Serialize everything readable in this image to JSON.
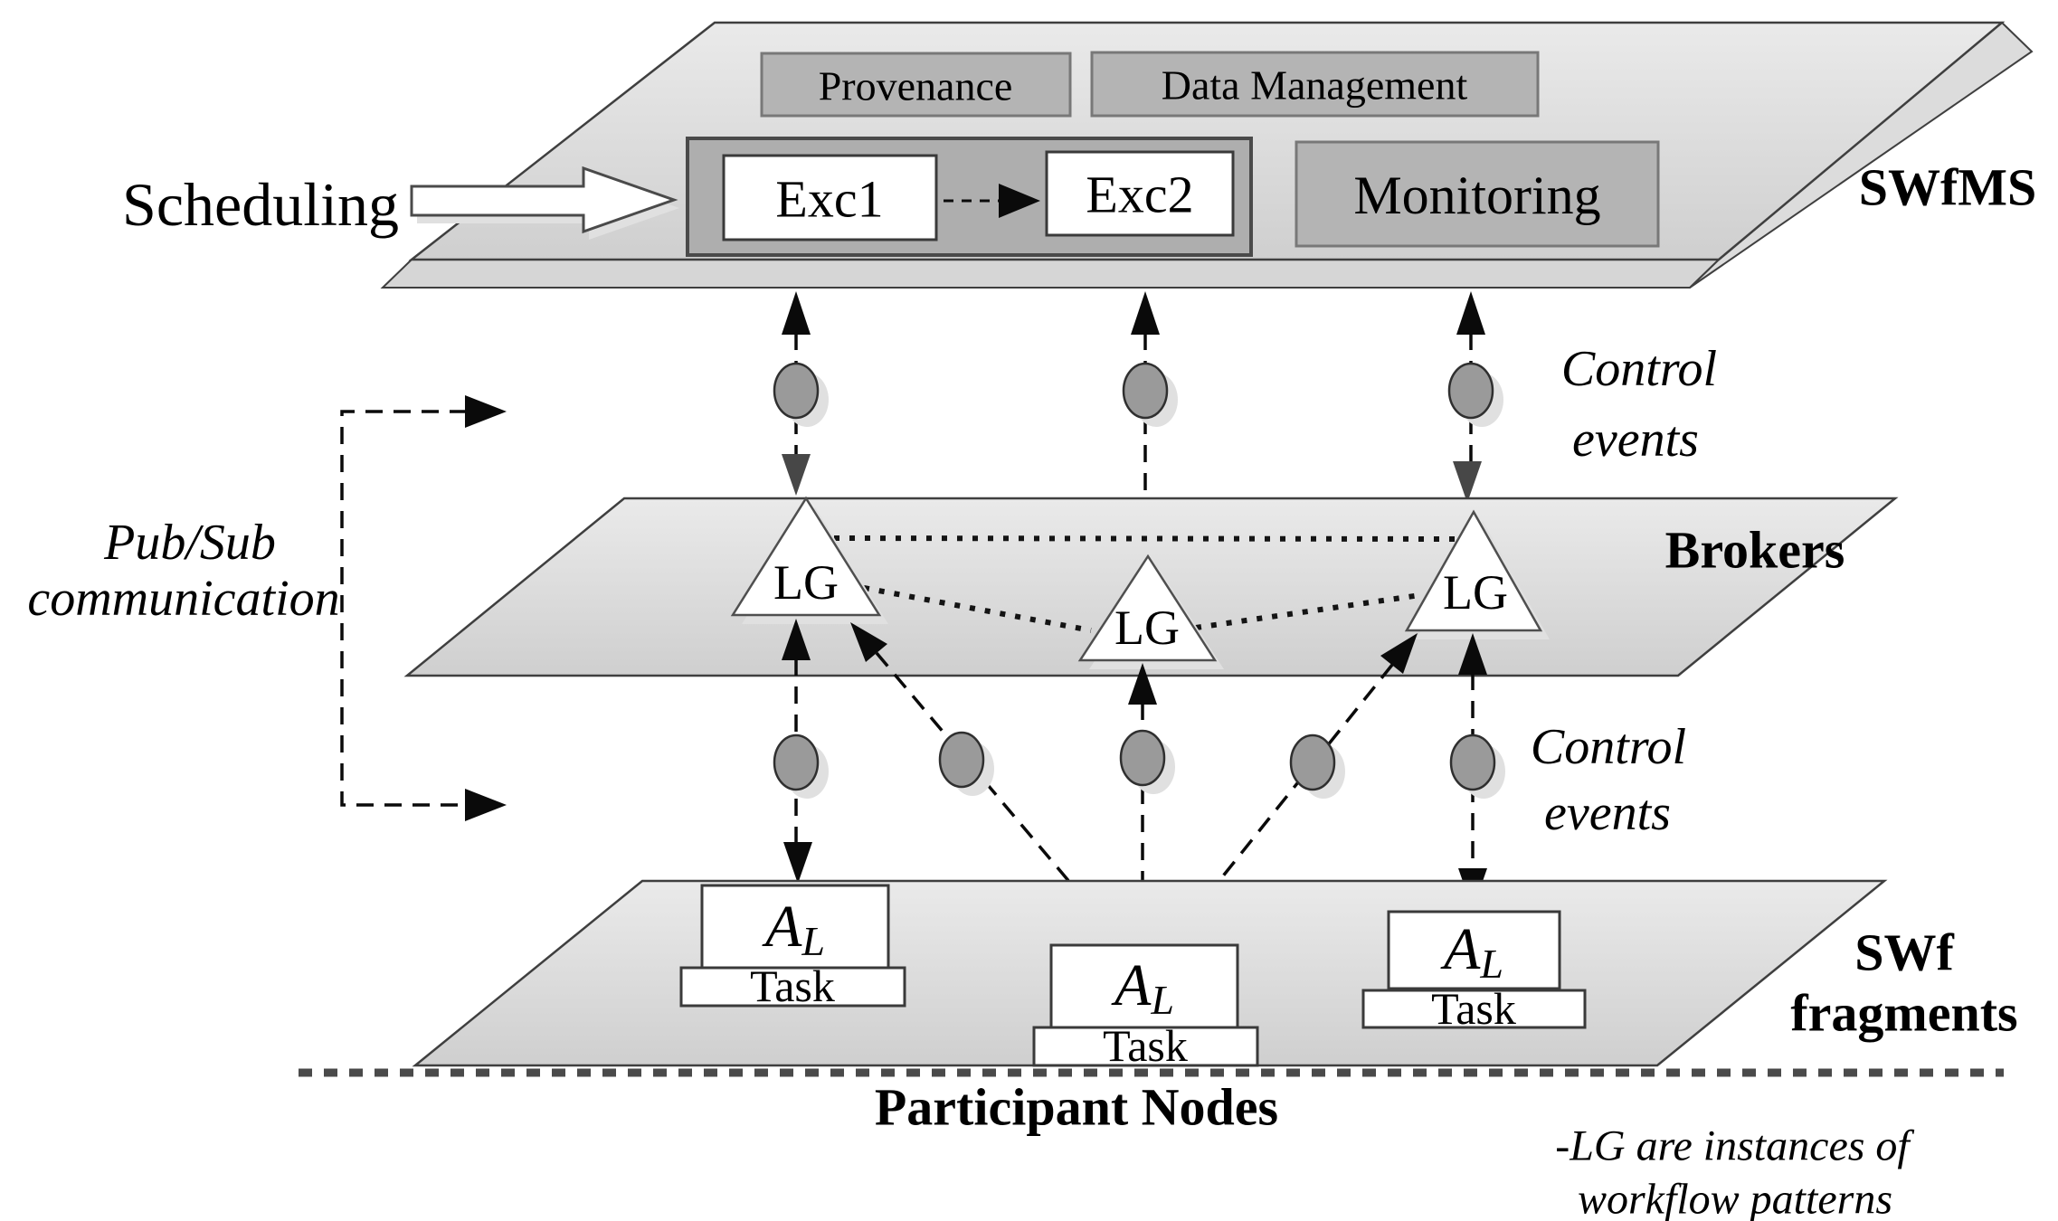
{
  "diagram_title": "SWfMS pub/sub layered architecture",
  "colors": {
    "background": "#ffffff",
    "plane_fill": "#d9d9d9",
    "plane_stroke": "#3f3f3f",
    "gray_box_fill": "#b4b4b4",
    "white_box_fill": "#ffffff",
    "ellipse_fill": "#9a9a9a",
    "arrow_black": "#0a0a0a",
    "arrow_dark_gray": "#474747",
    "text": "#000000"
  },
  "layers": {
    "swfms": {
      "label": "SWfMS",
      "provenance": "Provenance",
      "data_management": "Data Management",
      "monitoring": "Monitoring",
      "exc1": "Exc1",
      "exc2": "Exc2"
    },
    "brokers": {
      "label": "Brokers",
      "node_label": "LG"
    },
    "fragments": {
      "label_line1": "SWf",
      "label_line2": "fragments",
      "activity_label": "A",
      "activity_sub": "L",
      "task_label": "Task"
    }
  },
  "annotations": {
    "scheduling": "Scheduling",
    "pubsub_line1": "Pub/Sub",
    "pubsub_line2": "communication",
    "control_events_top_line1": "Control",
    "control_events_top_line2": "events",
    "control_events_bottom_line1": "Control",
    "control_events_bottom_line2": "events",
    "participant_nodes": "Participant Nodes",
    "note_line1": "-LG are instances of",
    "note_line2": "workflow patterns"
  }
}
